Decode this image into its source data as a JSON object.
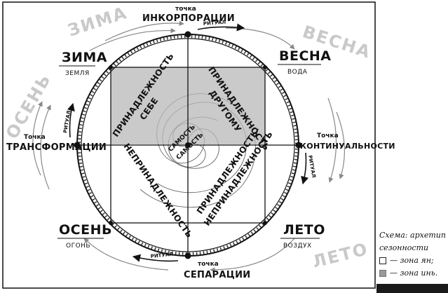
{
  "seasons": {
    "winter": {
      "name": "ЗИМА",
      "element": "ЗЕМЛЯ"
    },
    "spring": {
      "name": "ВЕСНА",
      "element": "ВОДА"
    },
    "autumn": {
      "name": "ОСЕНЬ",
      "element": "ОГОНЬ"
    },
    "summer": {
      "name": "ЛЕТО",
      "element": "ВОЗДУХ"
    }
  },
  "points": {
    "top": {
      "title": "точка",
      "name": "ИНКОРПОРАЦИИ"
    },
    "left": {
      "title": "Точка",
      "name": "ТРАНСФОРМАЦИИ"
    },
    "right": {
      "title": "Точка",
      "name": "КОНТИНУАЛЬНОСТИ"
    },
    "bottom": {
      "title": "точка",
      "name": "СЕПАРАЦИИ"
    }
  },
  "zones": {
    "self_1": "ПРИНАДЛЕЖНОСТЬ",
    "self_2": "СЕБЕ",
    "other_1": "ПРИНАДЛЕЖНОСТЬ",
    "other_2": "ДРУГОМУ",
    "none_1": "НЕПРИНАДЛЕЖНОСТЬ",
    "both_1": "ПРИНАДЛЕЖНОСТЬ-",
    "both_2": "НЕПРИНАДЛЕЖНОСТЬ"
  },
  "center": {
    "line1": "САМОСТЬ",
    "line2": "САМОСТЬ"
  },
  "ritual": "РИТУАЛ",
  "ghost_words": {
    "winter": "ЗИМА",
    "spring": "ВЕСНА",
    "autumn": "ОСЕНЬ",
    "summer": "ЛЕТО"
  },
  "caption": {
    "line1": "Схема: архетип",
    "line2": "сезонности",
    "legend_yang": "— зона ян;",
    "legend_yin": "— зона инь."
  },
  "colors": {
    "ink": "#111111",
    "shade": "#b8b8b8",
    "ghost": "#c9c9c9"
  }
}
